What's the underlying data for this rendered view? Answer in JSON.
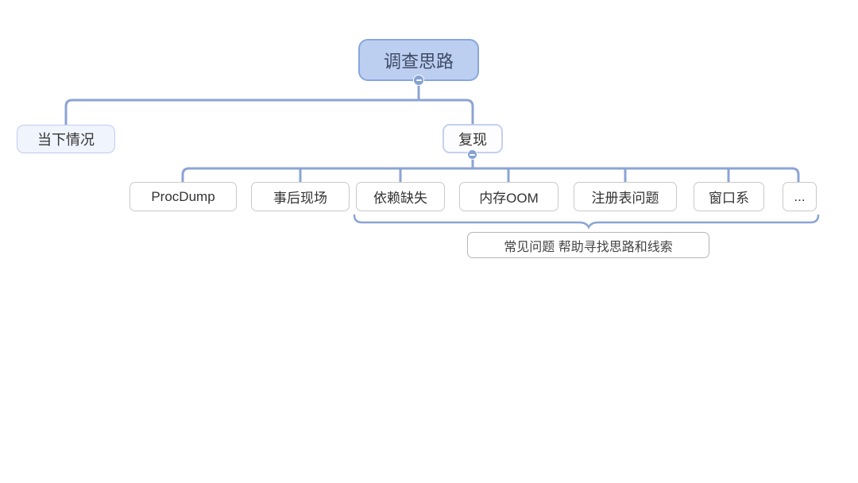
{
  "app": {
    "kind": "mind-map-diagram",
    "background_color": "#ffffff"
  },
  "colors": {
    "connector_line": "#8ba4d4",
    "root_fill": "#bdcff1",
    "root_border": "#87a6df",
    "root_text": "#3e4c68",
    "branch_fill": "#f0f4fd",
    "branch_border": "#c0ccee",
    "leaf_border": "#c9c9c9",
    "summary_border": "#b5b5b5",
    "text": "#333333"
  },
  "mindmap": {
    "root": {
      "label": "调查思路",
      "collapsed": false
    },
    "level1": [
      {
        "label": "当下情况"
      },
      {
        "label": "复现",
        "collapsed": false
      }
    ],
    "level2": [
      {
        "label": "ProcDump"
      },
      {
        "label": "事后现场"
      },
      {
        "label": "依赖缺失"
      },
      {
        "label": "内存OOM"
      },
      {
        "label": "注册表问题"
      },
      {
        "label": "窗口系"
      },
      {
        "label": "..."
      }
    ],
    "summary": {
      "label": "常见问题 帮助寻找思路和线索"
    }
  }
}
